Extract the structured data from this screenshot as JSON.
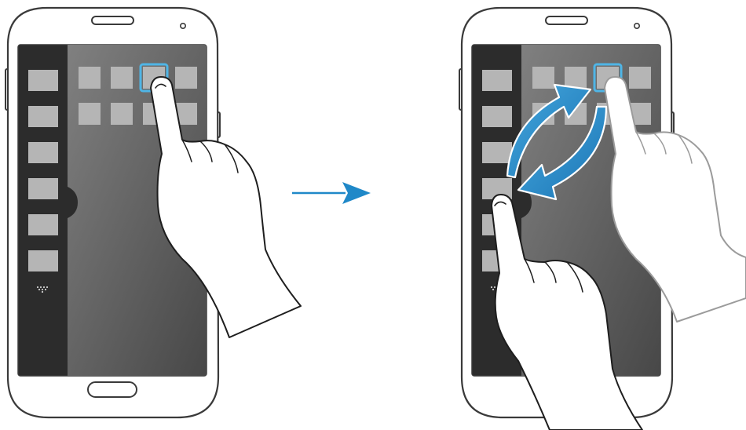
{
  "figure": {
    "panels": [
      {
        "id": "before",
        "highlighted_tile": {
          "row": 0,
          "col": 2
        }
      },
      {
        "id": "after",
        "highlighted_tile": {
          "row": 0,
          "col": 2
        },
        "swap_arrows": true
      }
    ],
    "sidebar_tile_count": 6,
    "app_grid": {
      "rows": 2,
      "cols": 4
    },
    "transition": "arrow-right"
  },
  "colors": {
    "phone_outline": "#3a3a3a",
    "screen_dark": "#2b2b2b",
    "panel_gradient_light": "#7b7b7b",
    "panel_gradient_dark": "#4a4a4a",
    "tile": "#b5b5b5",
    "highlight": "#4fb5e6",
    "accent_arrow": "#1f88c8"
  }
}
